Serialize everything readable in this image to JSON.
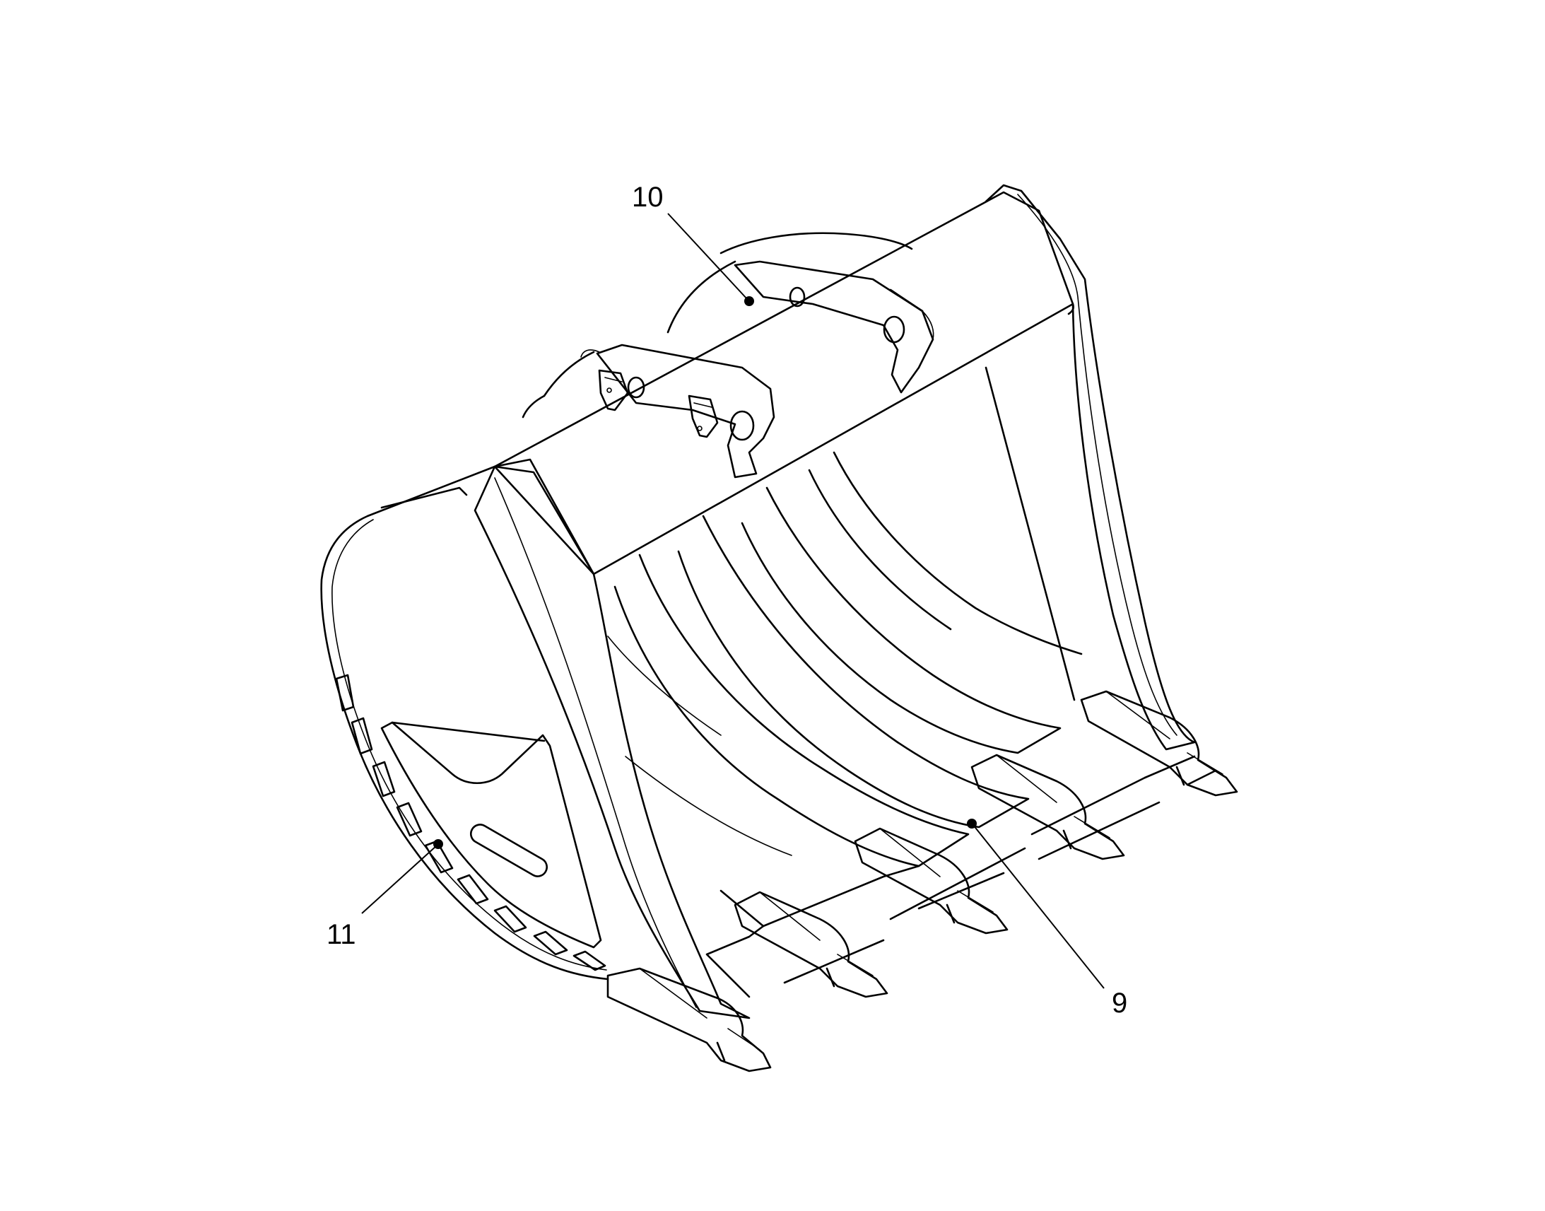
{
  "diagram": {
    "colors": {
      "ink": "#000000",
      "background": "#ffffff"
    },
    "callouts": [
      {
        "id": "part-10",
        "label": "10"
      },
      {
        "id": "part-11",
        "label": "11"
      },
      {
        "id": "part-9",
        "label": "9"
      }
    ]
  }
}
